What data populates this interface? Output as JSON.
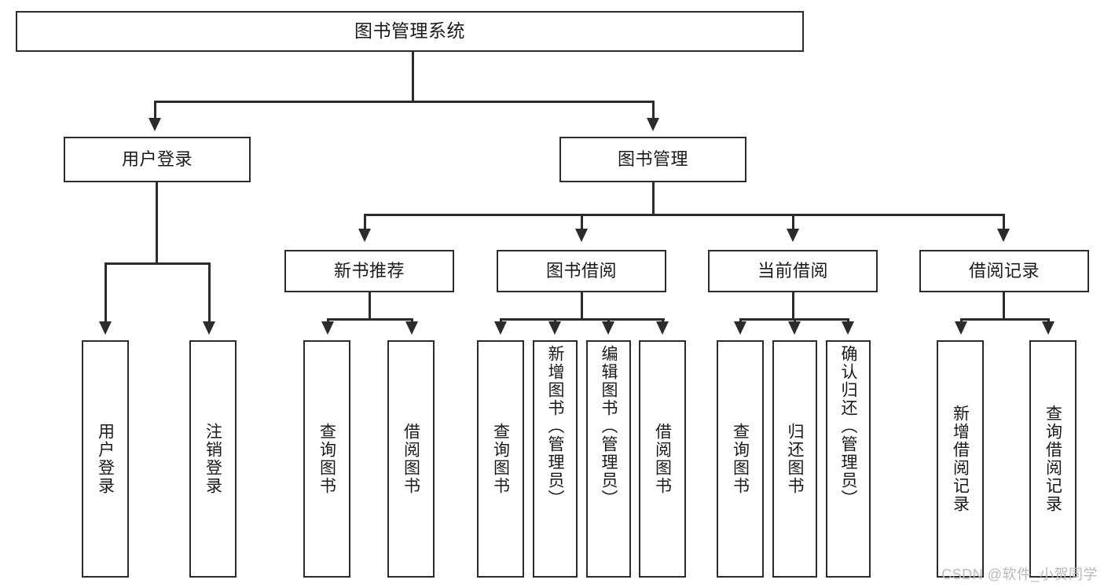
{
  "diagram": {
    "type": "hierarchy-tree",
    "title_node": "图书管理系统",
    "levels": 3,
    "level1": [
      {
        "id": "login",
        "label": "用户登录"
      },
      {
        "id": "book_mgmt",
        "label": "图书管理"
      }
    ],
    "level2": [
      {
        "id": "new_book_rec",
        "label": "新书推荐",
        "parent": "book_mgmt"
      },
      {
        "id": "book_borrow",
        "label": "图书借阅",
        "parent": "book_mgmt"
      },
      {
        "id": "current_borrow",
        "label": "当前借阅",
        "parent": "book_mgmt"
      },
      {
        "id": "borrow_record",
        "label": "借阅记录",
        "parent": "book_mgmt"
      }
    ],
    "leaves": [
      {
        "id": "leaf1",
        "label": "用户登录",
        "parent": "login"
      },
      {
        "id": "leaf2",
        "label": "注销登录",
        "parent": "login"
      },
      {
        "id": "leaf3",
        "label": "查询图书",
        "parent": "new_book_rec"
      },
      {
        "id": "leaf4",
        "label": "借阅图书",
        "parent": "new_book_rec"
      },
      {
        "id": "leaf5",
        "label": "查询图书",
        "parent": "book_borrow"
      },
      {
        "id": "leaf6",
        "label": "新增图书（管理员）",
        "parent": "book_borrow"
      },
      {
        "id": "leaf7",
        "label": "编辑图书（管理员）",
        "parent": "book_borrow"
      },
      {
        "id": "leaf8",
        "label": "借阅图书",
        "parent": "book_borrow"
      },
      {
        "id": "leaf9",
        "label": "查询图书",
        "parent": "current_borrow"
      },
      {
        "id": "leaf10",
        "label": "归还图书",
        "parent": "current_borrow"
      },
      {
        "id": "leaf11",
        "label": "确认归还（管理员）",
        "parent": "current_borrow"
      },
      {
        "id": "leaf12",
        "label": "新增借阅记录",
        "parent": "borrow_record"
      },
      {
        "id": "leaf13",
        "label": "查询借阅记录",
        "parent": "borrow_record"
      }
    ],
    "colors": {
      "stroke": "#2b2b2b",
      "fill": "#ffffff",
      "text": "#1a1a1a",
      "watermark": "#b9b9b9"
    }
  },
  "watermark": {
    "text": "CSDN @软件_小贺同学"
  }
}
